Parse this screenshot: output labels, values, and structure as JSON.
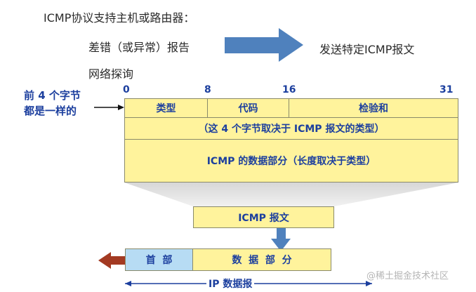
{
  "intro": "ICMP协议支持主机或路由器：",
  "items": [
    "差错（或异常）报告",
    "网络探询"
  ],
  "send_text": "发送特定ICMP报文",
  "left_note": [
    "前 4 个字节",
    "都是一样的"
  ],
  "bit_labels": [
    "0",
    "8",
    "16",
    "31"
  ],
  "header_fields": [
    "类型",
    "代码",
    "检验和"
  ],
  "header_desc": "（这 4 个字节取决于 ICMP 报文的类型）",
  "data_section": "ICMP 的数据部分（长度取决于类型）",
  "icmp_message": "ICMP 报文",
  "ip_header": "首  部",
  "ip_data": "数  据  部  分",
  "ip_label": "IP 数据报",
  "watermark": "@稀土掘金技术社区",
  "colors": {
    "field_fill": "#fff39c",
    "ip_header_fill": "#b7dcf4",
    "arrow_blue": "#4f81bd",
    "arrow_red": "#a33a22",
    "label_blue": "#1c3f9e"
  }
}
